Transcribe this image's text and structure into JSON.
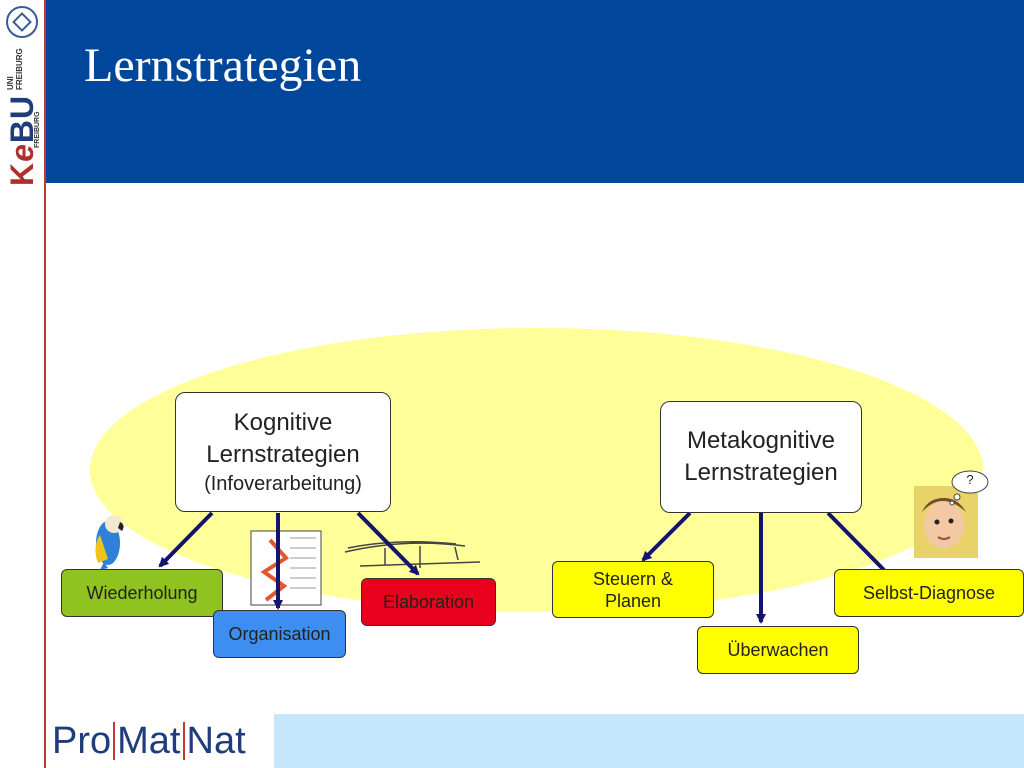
{
  "header": {
    "title": "Lernstrategien"
  },
  "sidebar": {
    "uni_text": "UNI\nFREIBURG",
    "brand_k": "K",
    "brand_e": "e",
    "brand_bu": "BU",
    "freiburg": "FREIBURG"
  },
  "diagram": {
    "cognitive": {
      "line1": "Kognitive",
      "line2": "Lernstrategien",
      "sub": "(Infoverarbeitung)"
    },
    "metacognitive": {
      "line1": "Metakognitive",
      "line2": "Lernstrategien"
    },
    "wiederholung": "Wiederholung",
    "organisation": "Organisation",
    "elaboration": "Elaboration",
    "steuern_line1": "Steuern &",
    "steuern_line2": "Planen",
    "ueberwachen": "Überwachen",
    "selbst_diagnose": "Selbst-Diagnose",
    "question_mark": "?"
  },
  "colors": {
    "header_blue": "#00469a",
    "ellipse_yellow": "#ffff99",
    "leaf_green": "#8fc31f",
    "leaf_blue": "#3d8ef0",
    "leaf_red": "#e8001c",
    "leaf_yellow": "#ffff00",
    "arrow_navy": "#14146e",
    "footer_light_blue": "#c6e6fb"
  },
  "footer": {
    "logo_pro": "Pro",
    "logo_mat": "Mat",
    "logo_nat": "Nat"
  }
}
